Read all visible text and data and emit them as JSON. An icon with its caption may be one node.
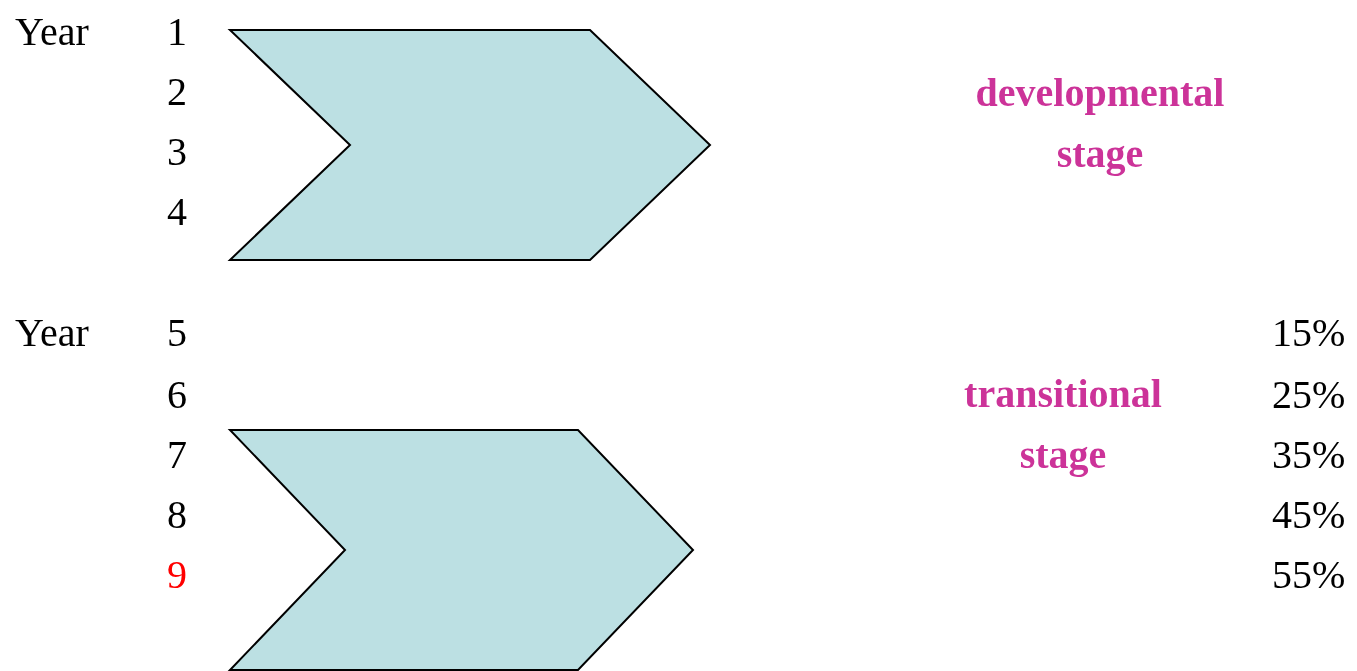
{
  "diagram": {
    "nodes": [
      {
        "text": [],
        "shape": "chevron"
      },
      {
        "text": [],
        "shape": "chevron"
      }
    ],
    "labels": [
      "Year",
      "1",
      "2",
      "developmental stage",
      "3",
      "4",
      "Year",
      "5",
      "15%",
      "6",
      "transitional stage",
      "25%",
      "7",
      "35%",
      "8",
      "45%",
      "9",
      "55%"
    ]
  }
}
